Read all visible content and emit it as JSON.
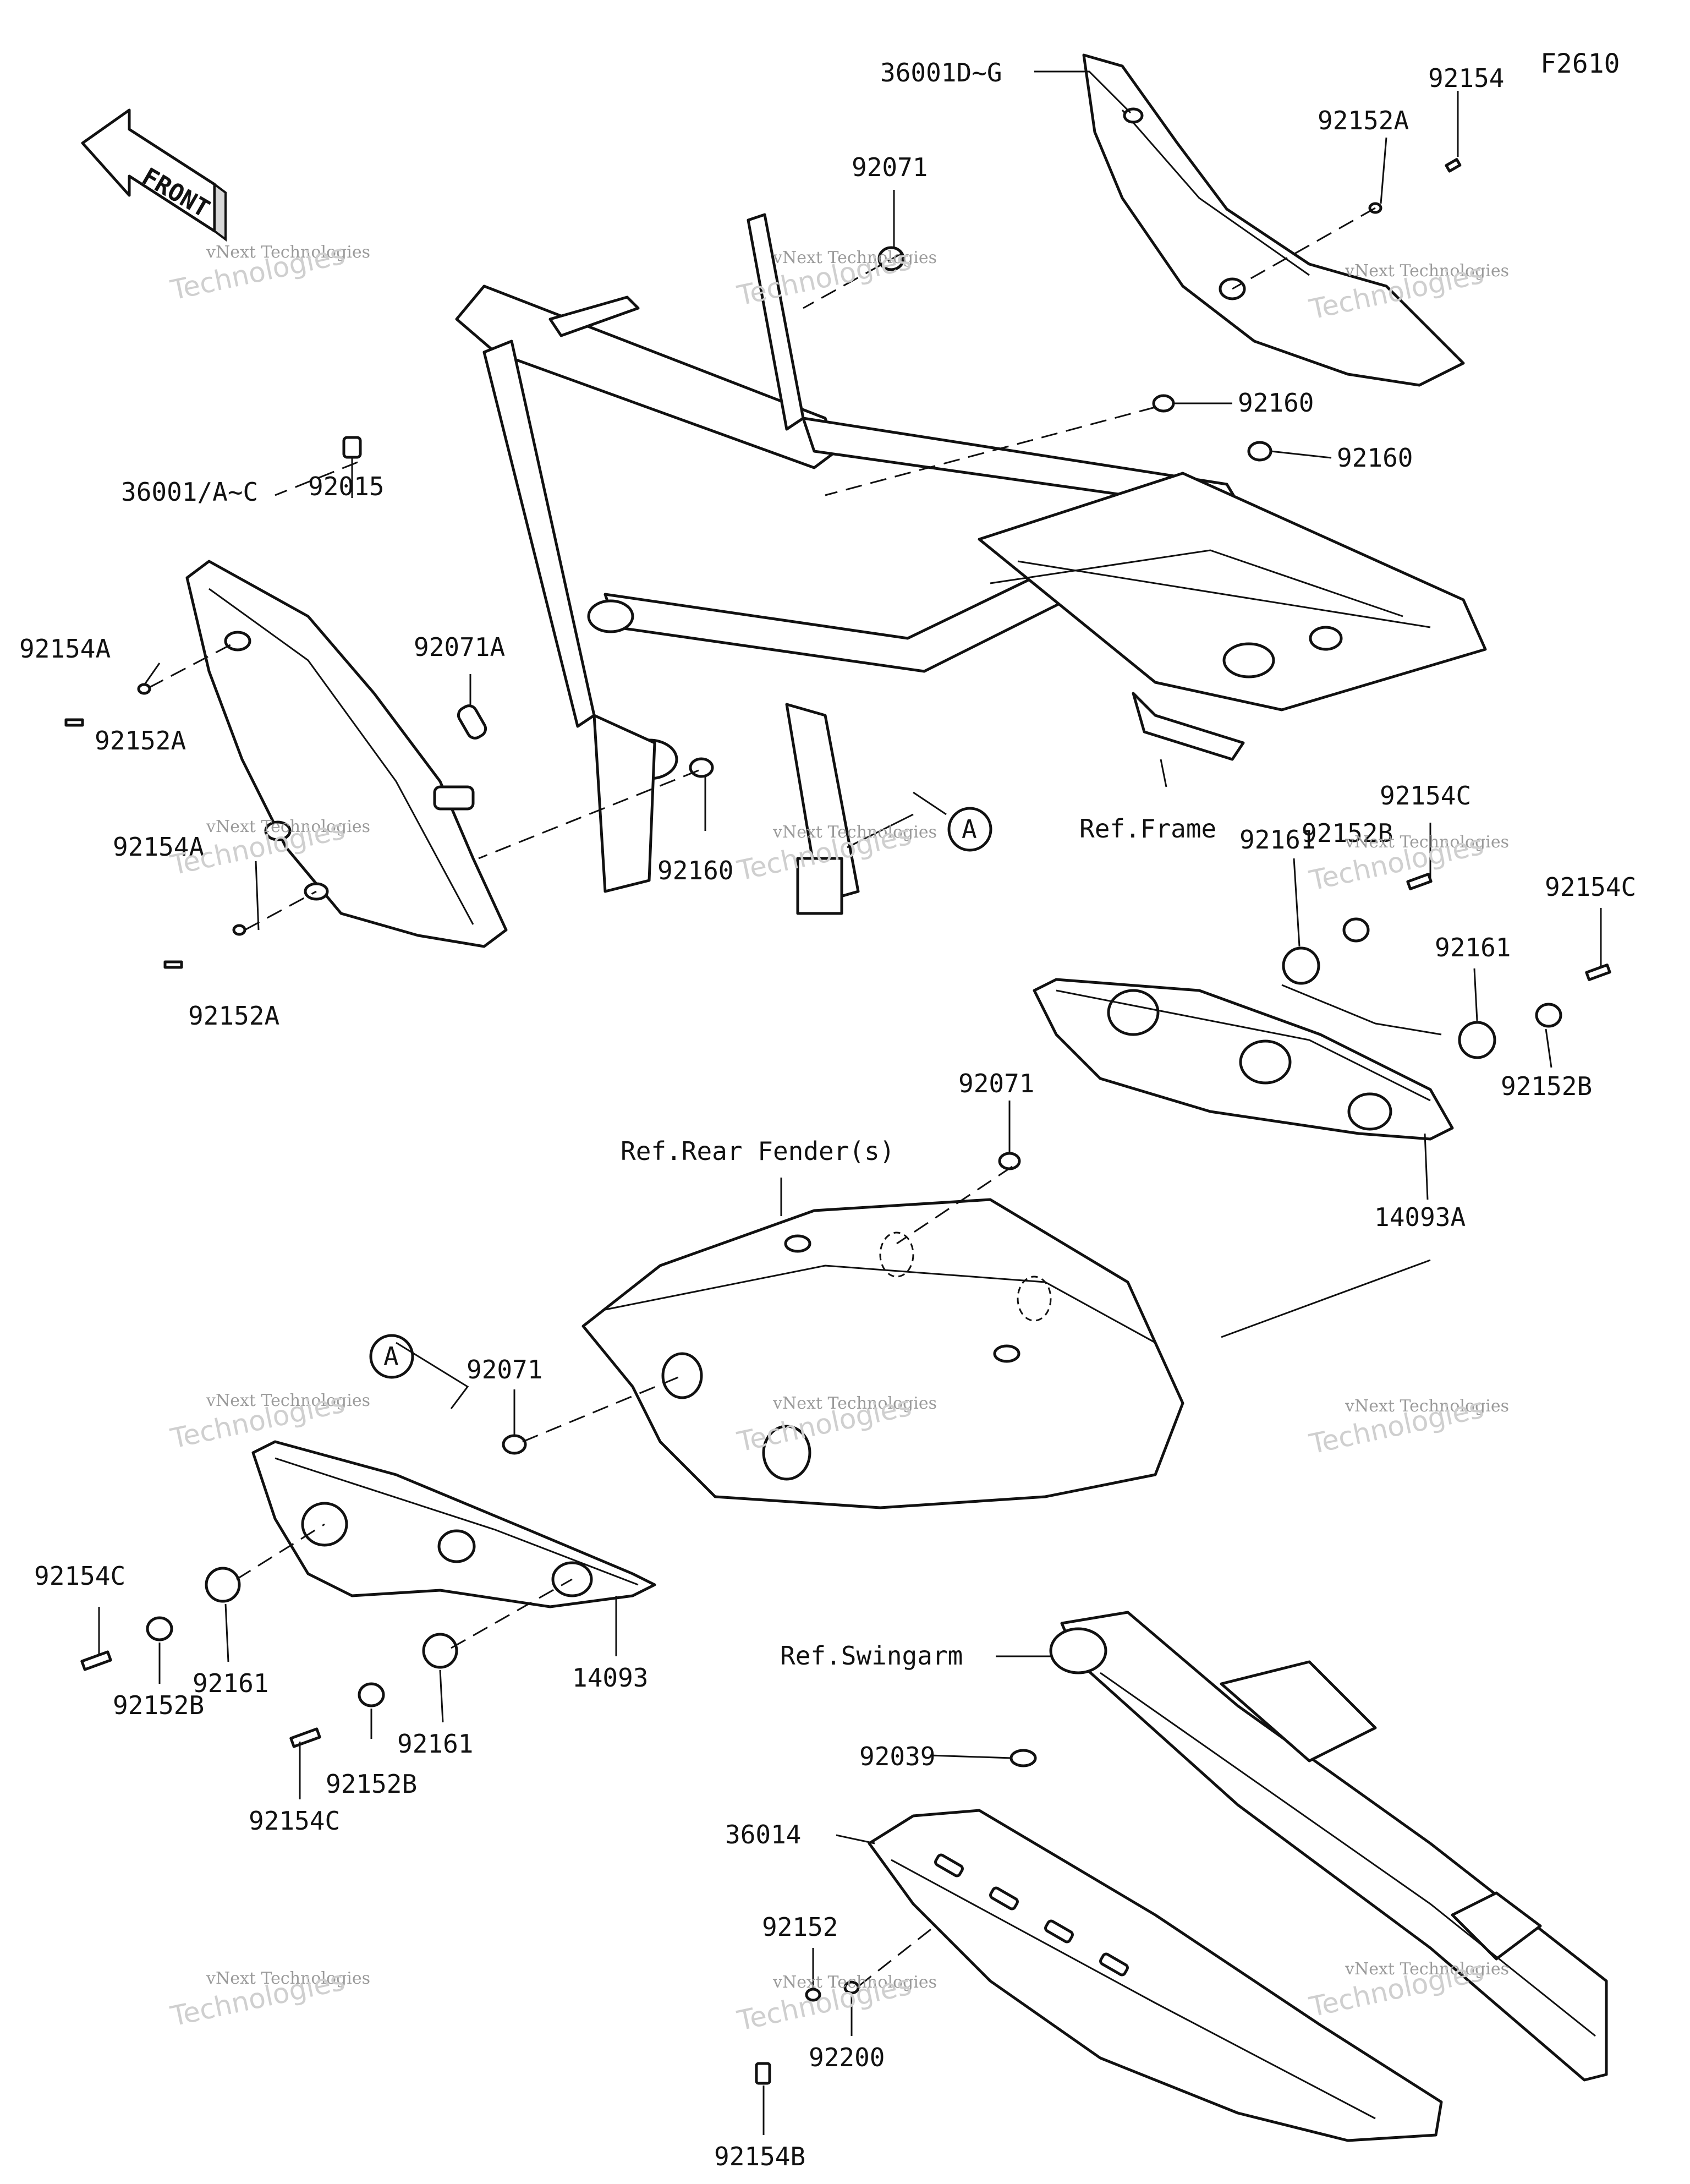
{
  "figure_id": "F2610",
  "direction_label": "FRONT",
  "watermark": {
    "line1": "vNext Technologies",
    "line2": "Technologies"
  },
  "parts": {
    "p36001DG": "36001D~G",
    "p92154": "92154",
    "p92152A_top": "92152A",
    "p92071_top": "92071",
    "p92160_a": "92160",
    "p92160_b": "92160",
    "p36001AC": "36001/A~C",
    "p92015": "92015",
    "p92154A_a": "92154A",
    "p92152A_a": "92152A",
    "p92071A": "92071A",
    "p92154A_b": "92154A",
    "p92152A_b": "92152A",
    "p92160_c": "92160",
    "ref_frame": "Ref.Frame",
    "ref_A_top": "A",
    "p92154C_a": "92154C",
    "p92152B_a": "92152B",
    "p92161_a": "92161",
    "p92154C_b": "92154C",
    "p92161_b": "92161",
    "p92152B_b": "92152B",
    "p14093A": "14093A",
    "p92071_mid": "92071",
    "ref_rear_fender": "Ref.Rear Fender(s)",
    "ref_A_bottom": "A",
    "p92071_low": "92071",
    "p92154C_c": "92154C",
    "p92152B_c": "92152B",
    "p92161_c": "92161",
    "p14093": "14093",
    "p92161_d": "92161",
    "p92152B_d": "92152B",
    "p92154C_d": "92154C",
    "ref_swingarm": "Ref.Swingarm",
    "p92039": "92039",
    "p36014": "36014",
    "p92152": "92152",
    "p92200": "92200",
    "p92154B": "92154B"
  }
}
